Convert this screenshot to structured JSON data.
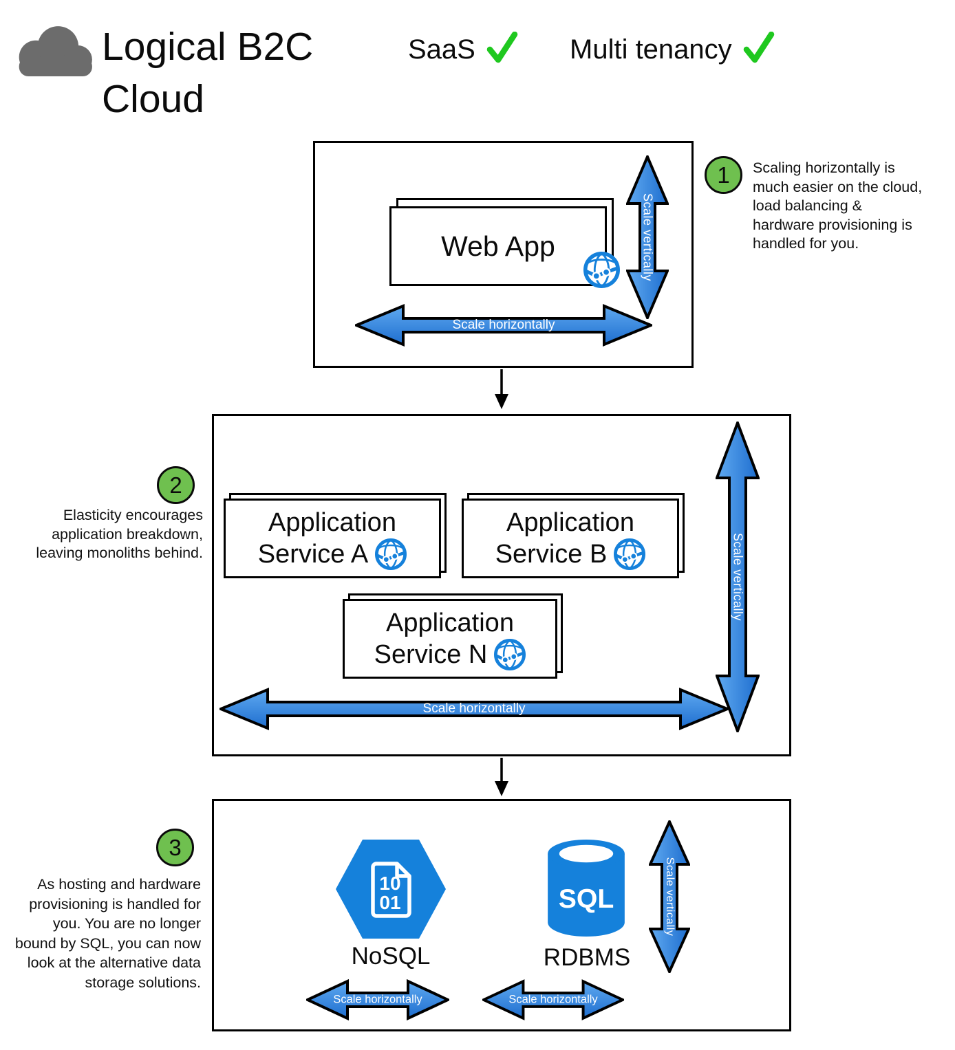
{
  "header": {
    "title": "Logical B2C Cloud",
    "badges": [
      {
        "label": "SaaS"
      },
      {
        "label": "Multi tenancy"
      }
    ]
  },
  "arrows": {
    "horizontal": "Scale horizontally",
    "vertical": "Scale vertically"
  },
  "tier1": {
    "card_label": "Web App"
  },
  "tier2": {
    "cards": [
      {
        "line1": "Application",
        "line2": "Service A"
      },
      {
        "line1": "Application",
        "line2": "Service B"
      },
      {
        "line1": "Application",
        "line2": "Service N"
      }
    ]
  },
  "tier3": {
    "nosql_label": "NoSQL",
    "nosql_icon_digits": [
      "10",
      "01"
    ],
    "rdbms_label": "RDBMS",
    "rdbms_icon_text": "SQL"
  },
  "annotations": [
    {
      "number": "1",
      "text": "Scaling horizontally is much easier on the cloud, load balancing & hardware provisioning is handled for you."
    },
    {
      "number": "2",
      "text": "Elasticity encourages application breakdown, leaving monoliths behind."
    },
    {
      "number": "3",
      "text": "As hosting and hardware provisioning is handled for you. You are no longer bound by SQL, you can now look at the alternative data storage solutions."
    }
  ],
  "icons": {
    "cloud": "cloud-icon",
    "check": "check-icon",
    "globe": "app-service-globe-icon",
    "nosql": "nosql-hexagon-icon",
    "rdbms": "sql-database-icon",
    "scale": "double-arrow-icon"
  },
  "colors": {
    "arrow_blue_light": "#5FA9F0",
    "arrow_blue_dark": "#1E6ECF",
    "azure_blue": "#1581DB",
    "annotation_green": "#6FC04F",
    "check_green": "#1FC81F",
    "cloud_gray": "#6C6C6C"
  }
}
